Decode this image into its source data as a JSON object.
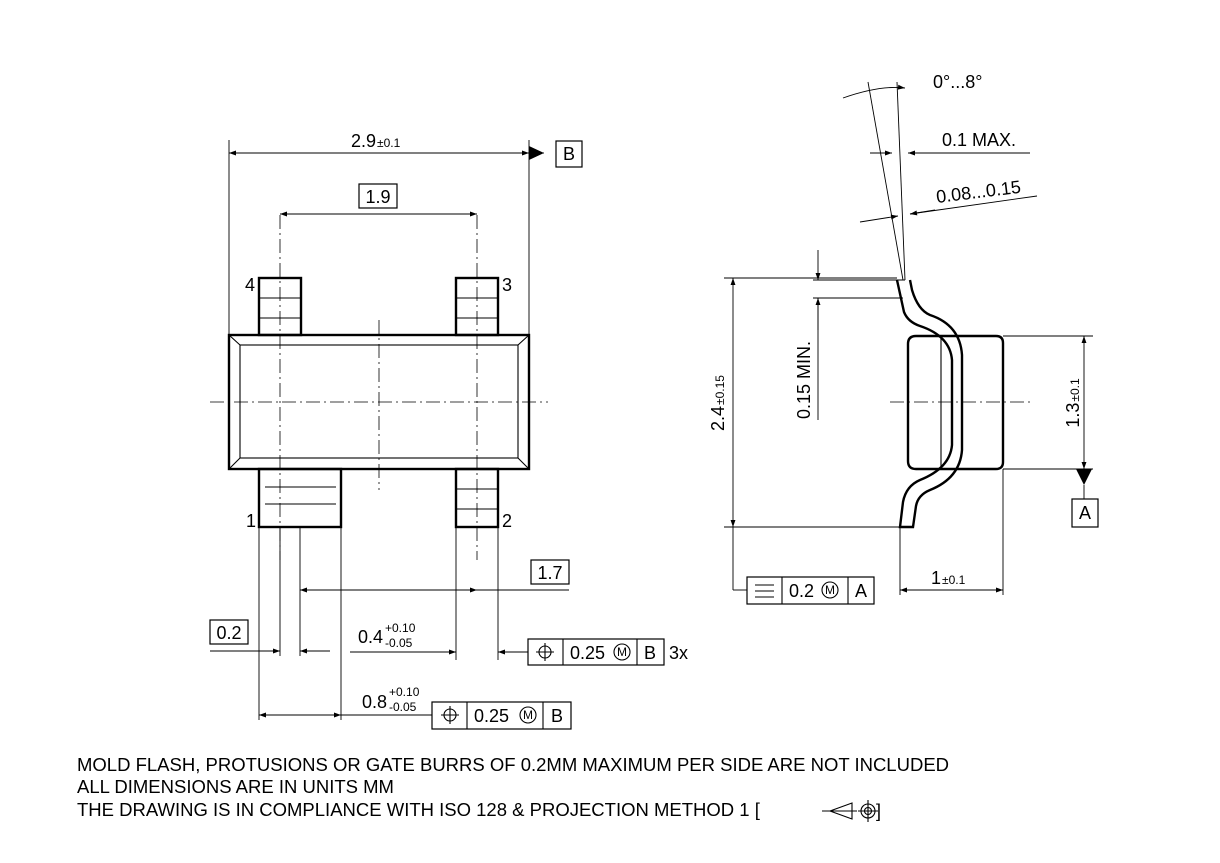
{
  "top_view": {
    "overall_length": {
      "value": "2.9",
      "tol": "±0.1"
    },
    "pitch_basic": "1.9",
    "lead_pitch_basic": "1.7",
    "lead_basic_width": "0.2",
    "lead_width_narrow": {
      "value": "0.4",
      "tol_plus": "+0.10",
      "tol_minus": "-0.05"
    },
    "lead_width_wide": {
      "value": "0.8",
      "tol_plus": "+0.10",
      "tol_minus": "-0.05"
    },
    "datum_b": "B",
    "pin_labels": {
      "p1": "1",
      "p2": "2",
      "p3": "3",
      "p4": "4"
    },
    "fcf_position_narrow": {
      "tol": "0.25",
      "modifier": "M",
      "datum": "B",
      "count": "3x"
    },
    "fcf_position_wide": {
      "tol": "0.25",
      "modifier": "M",
      "datum": "B"
    }
  },
  "side_view": {
    "angle": "0°...8°",
    "max_standoff": "0.1 MAX.",
    "lead_thickness": "0.08...0.15",
    "min_foot": "0.15 MIN.",
    "total_height": {
      "value": "2.4",
      "tol": "±0.15"
    },
    "body_height": {
      "value": "1.3",
      "tol": "±0.1"
    },
    "foot_length": {
      "value": "1",
      "tol": "±0.1"
    },
    "datum_a": "A",
    "fcf_flatness": {
      "tol": "0.2",
      "modifier": "M",
      "datum": "A"
    }
  },
  "notes": [
    "MOLD FLASH, PROTUSIONS OR GATE BURRS OF 0.2MM MAXIMUM PER SIDE ARE NOT INCLUDED",
    "ALL DIMENSIONS ARE IN UNITS MM",
    "THE DRAWING IS IN COMPLIANCE WITH ISO 128 & PROJECTION METHOD 1 ["
  ]
}
